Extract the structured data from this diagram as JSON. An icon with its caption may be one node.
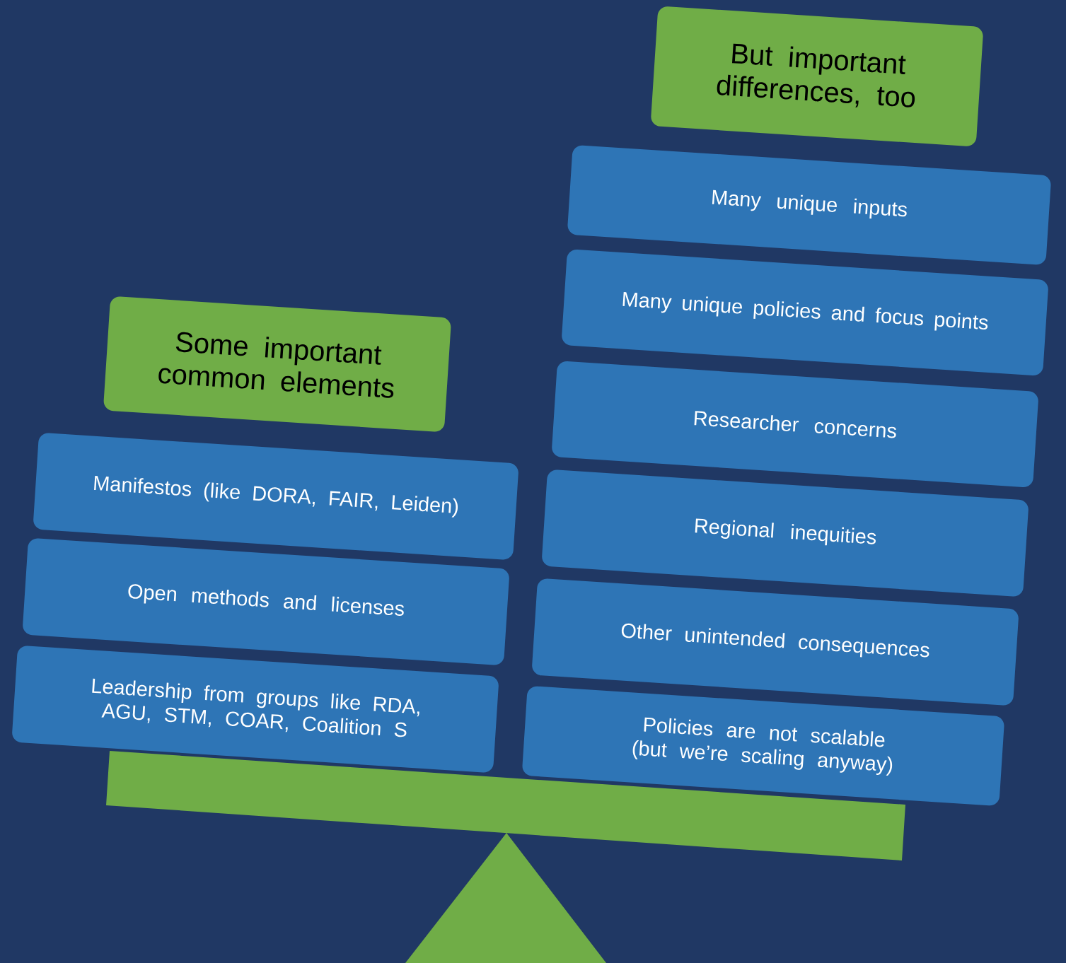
{
  "diagram": {
    "nodes": [
      {
        "text": [
          "Some important common elements"
        ]
      },
      {
        "text": [
          "Manifestos (like DORA, FAIR, Leiden)"
        ]
      },
      {
        "text": [
          "Open methods and licenses"
        ]
      },
      {
        "text": [
          "Leadership from groups like RDA, AGU, STM, COAR, Coalition S"
        ]
      },
      {
        "text": [
          "But important differences, too"
        ]
      },
      {
        "text": [
          "Many unique inputs"
        ]
      },
      {
        "text": [
          "Many unique policies and focus points"
        ]
      },
      {
        "text": [
          "Researcher concerns"
        ]
      },
      {
        "text": [
          "Regional inequities"
        ]
      },
      {
        "text": [
          "Other unintended consequences"
        ]
      },
      {
        "text": [
          "Policies are not scalable (but we’re scaling anyway)"
        ]
      }
    ]
  }
}
